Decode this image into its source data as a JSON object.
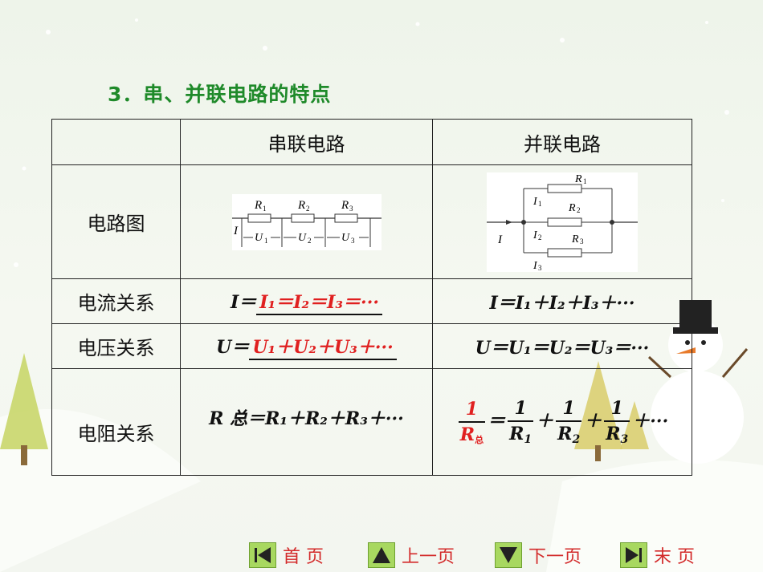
{
  "title": "3．串、并联电路的特点",
  "table": {
    "col_series": "串联电路",
    "col_parallel": "并联电路",
    "rows": {
      "diagram": "电路图",
      "current": "电流关系",
      "voltage": "电压关系",
      "resistance": "电阻关系"
    },
    "series_diagram": {
      "r1": "R",
      "r2": "R",
      "r3": "R",
      "i": "I",
      "u": "U",
      "s1": "1",
      "s2": "2",
      "s3": "3"
    },
    "parallel_diagram": {
      "r": "R",
      "i": "I",
      "s1": "1",
      "s2": "2",
      "s3": "3"
    },
    "current": {
      "series_prefix": "I＝",
      "series_blank": "I₁＝I₂＝I₃＝···",
      "parallel": "I＝I₁＋I₂＋I₃＋···"
    },
    "voltage": {
      "series_prefix": "U＝",
      "series_blank": "U₁＋U₂＋U₃＋···",
      "parallel": "U＝U₁＝U₂＝U₃＝···"
    },
    "resistance": {
      "series": "R 总＝R₁＋R₂＋R₃＋···",
      "parallel_lhs_num": "1",
      "parallel_lhs_den": "R",
      "parallel_lhs_den_sub": "总",
      "eq": "＝",
      "one": "1",
      "r": "R",
      "s1": "1",
      "s2": "2",
      "s3": "3",
      "plus": "＋",
      "tail": "＋···"
    }
  },
  "nav": {
    "first": "首  页",
    "prev": "上一页",
    "next": "下一页",
    "last": "末  页"
  }
}
